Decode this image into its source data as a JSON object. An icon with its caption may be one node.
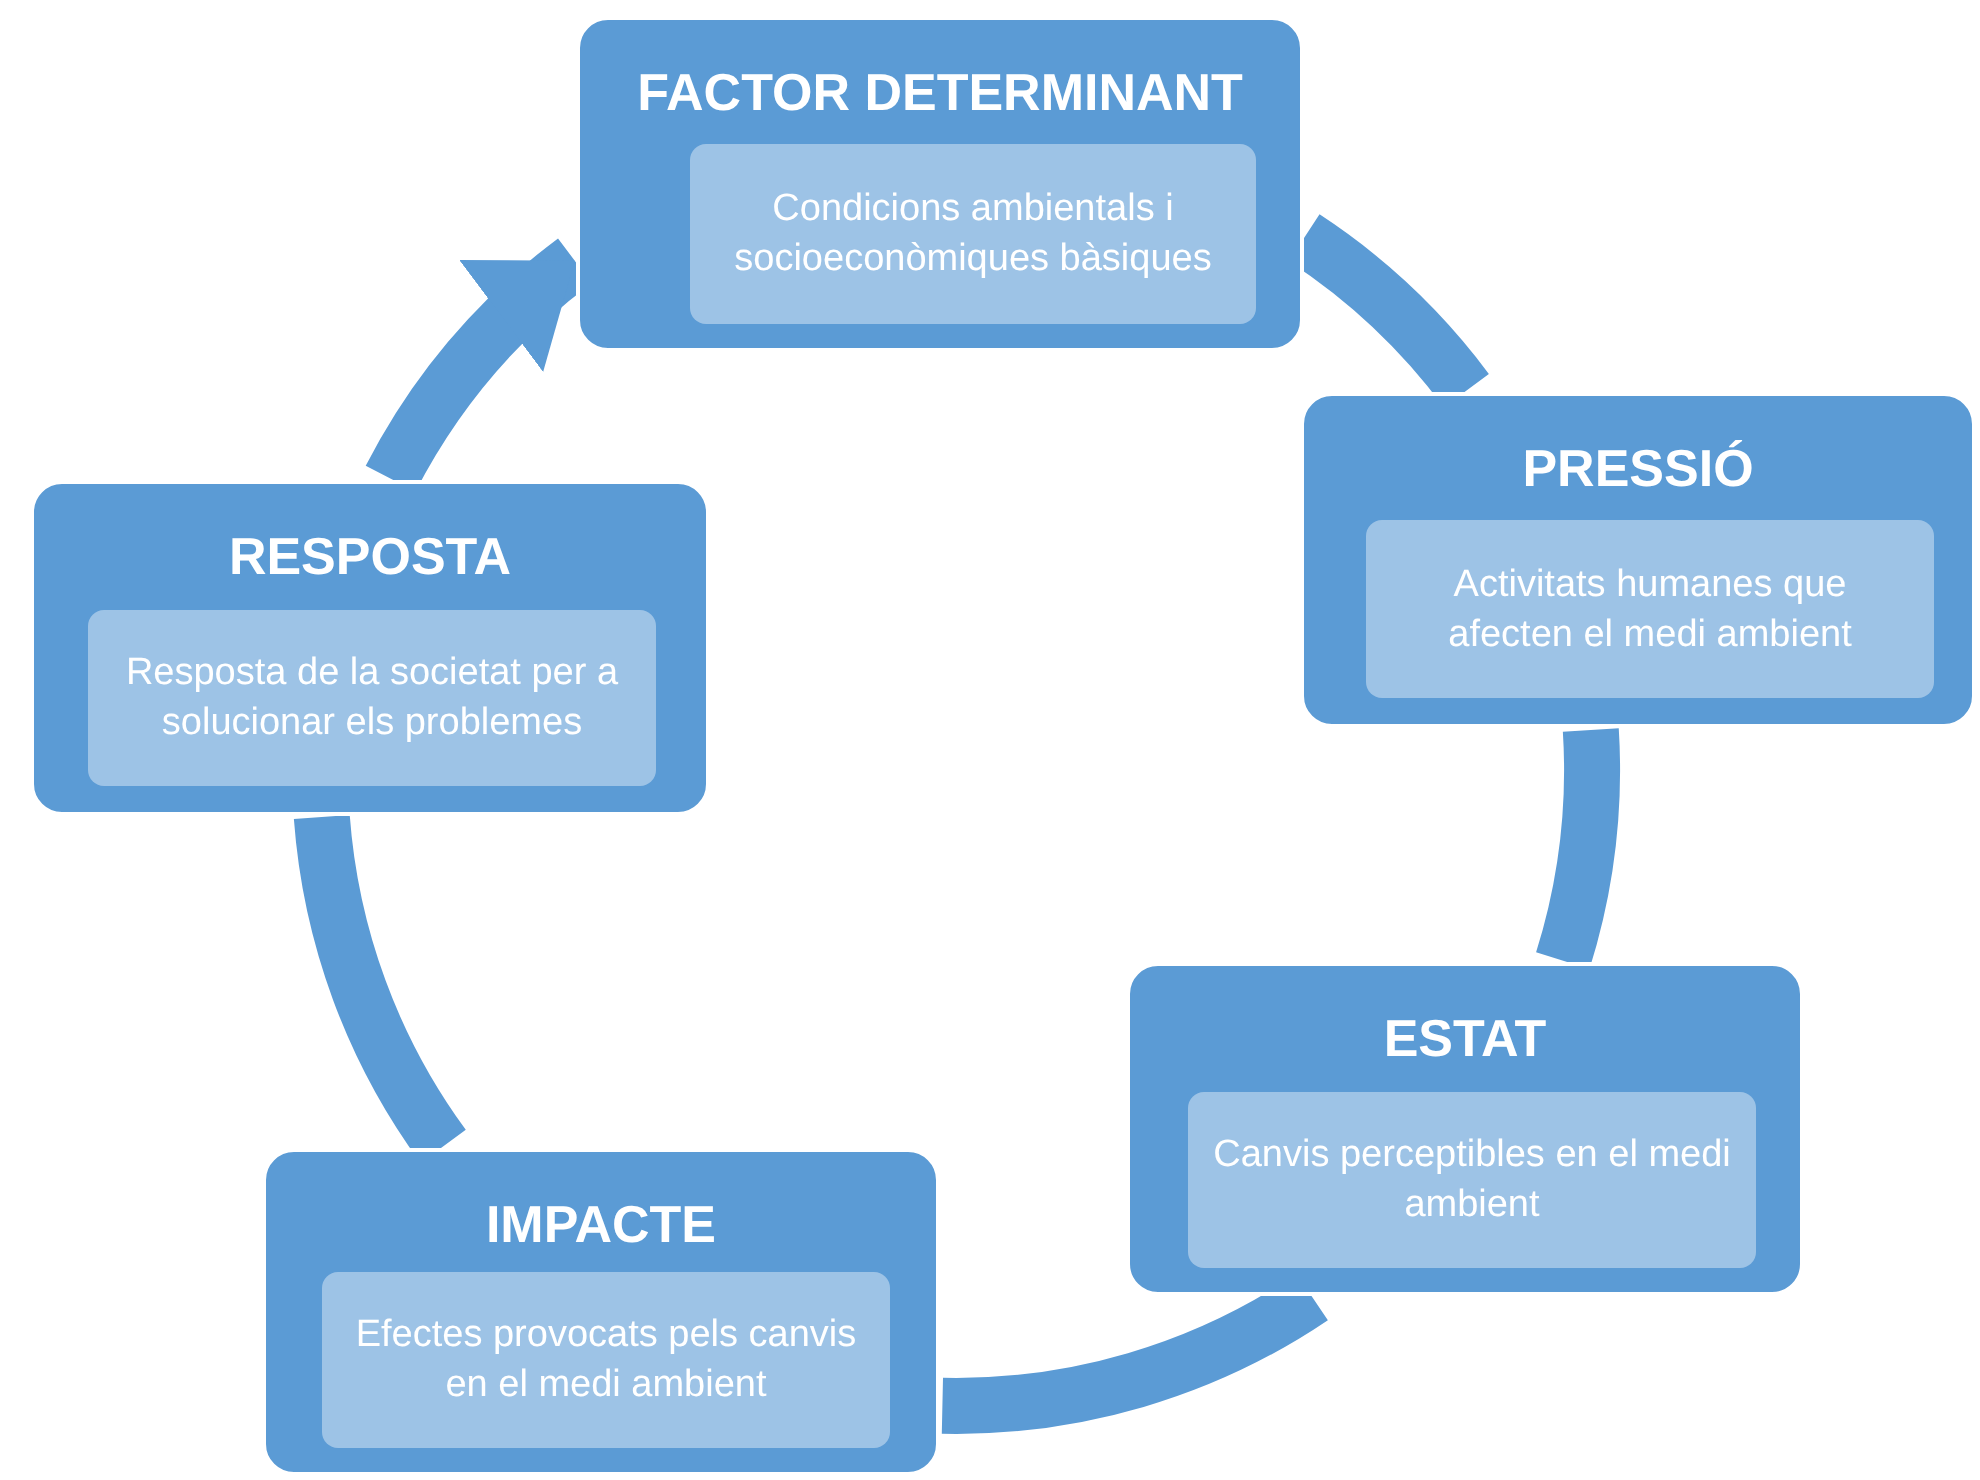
{
  "diagram": {
    "nodes": [
      {
        "text": [
          "FACTOR DETERMINANT"
        ]
      },
      {
        "text": [
          "Condicions ambientals i socioeconòmiques bàsiques"
        ],
        "in": 0
      },
      {
        "text": [
          "PRESSIÓ"
        ]
      },
      {
        "text": [
          "Activitats humanes que afecten el medi ambient"
        ],
        "in": 2
      },
      {
        "text": [
          "ESTAT"
        ]
      },
      {
        "text": [
          "Canvis perceptibles en el medi ambient"
        ],
        "in": 4
      },
      {
        "text": [
          "IMPACTE"
        ]
      },
      {
        "text": [
          "Efectes provocats pels canvis en el medi ambient"
        ],
        "in": 6
      },
      {
        "text": [
          "RESPOSTA"
        ]
      },
      {
        "text": [
          "Resposta de la societat per a solucionar els problemes"
        ],
        "in": 8
      }
    ],
    "edges": [
      {
        "from": 0,
        "to": 2,
        "arrow": "none"
      },
      {
        "from": 2,
        "to": 4,
        "arrow": "none"
      },
      {
        "from": 4,
        "to": 6,
        "arrow": "none"
      },
      {
        "from": 6,
        "to": 8,
        "arrow": "none"
      },
      {
        "from": 8,
        "to": 0,
        "arrow": "to"
      }
    ]
  }
}
